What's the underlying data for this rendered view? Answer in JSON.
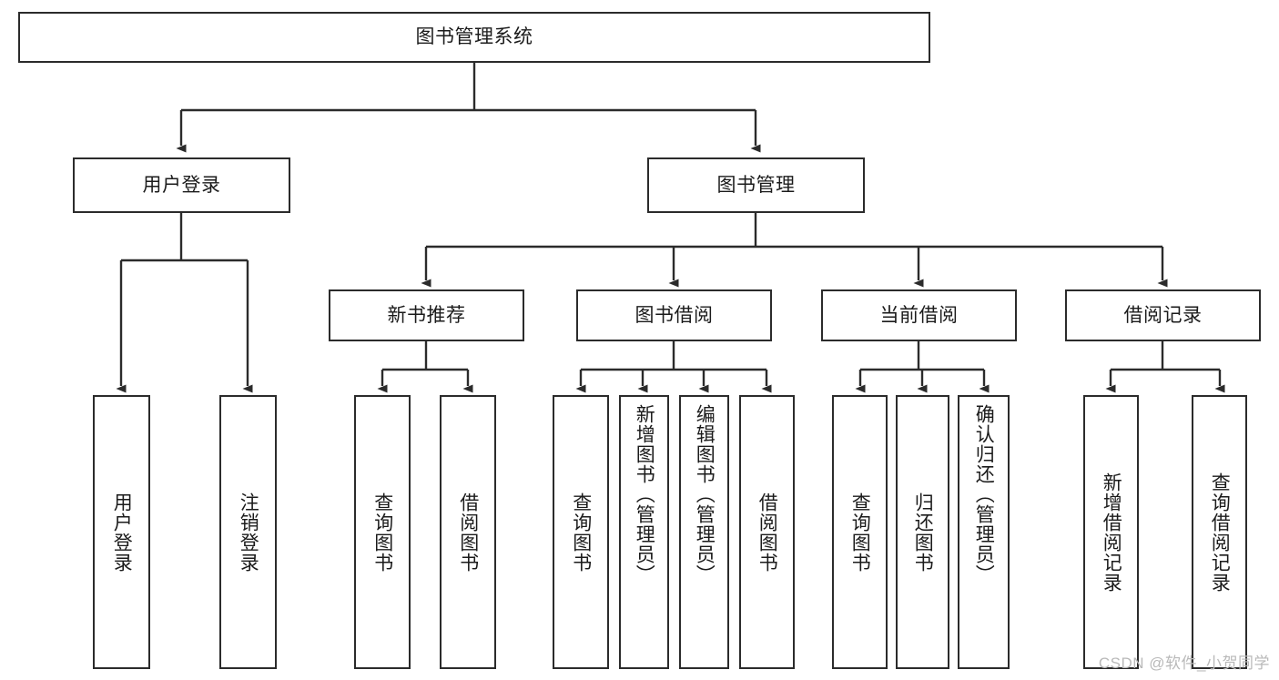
{
  "diagram": {
    "type": "tree-hierarchy",
    "title": "图书管理系统",
    "watermark": "CSDN @软件_小贺同学",
    "colors": {
      "stroke": "#2b2b2b",
      "background": "#ffffff",
      "text": "#1b1b1b",
      "watermark": "#b9b9b9"
    },
    "levels": {
      "root": {
        "label": "图书管理系统"
      },
      "level2": [
        {
          "label": "用户登录"
        },
        {
          "label": "图书管理"
        }
      ],
      "level3": [
        {
          "label": "新书推荐"
        },
        {
          "label": "图书借阅"
        },
        {
          "label": "当前借阅"
        },
        {
          "label": "借阅记录"
        }
      ],
      "leaves": [
        {
          "label": "用户登录",
          "parent": "用户登录"
        },
        {
          "label": "注销登录",
          "parent": "用户登录"
        },
        {
          "label": "查询图书",
          "parent": "新书推荐"
        },
        {
          "label": "借阅图书",
          "parent": "新书推荐"
        },
        {
          "label": "查询图书",
          "parent": "图书借阅"
        },
        {
          "label": "新增图书（管理员）",
          "parent": "图书借阅"
        },
        {
          "label": "编辑图书（管理员）",
          "parent": "图书借阅"
        },
        {
          "label": "借阅图书",
          "parent": "图书借阅"
        },
        {
          "label": "查询图书",
          "parent": "当前借阅"
        },
        {
          "label": "归还图书",
          "parent": "当前借阅"
        },
        {
          "label": "确认归还（管理员）",
          "parent": "当前借阅"
        },
        {
          "label": "新增借阅记录",
          "parent": "借阅记录"
        },
        {
          "label": "查询借阅记录",
          "parent": "借阅记录"
        }
      ]
    }
  }
}
